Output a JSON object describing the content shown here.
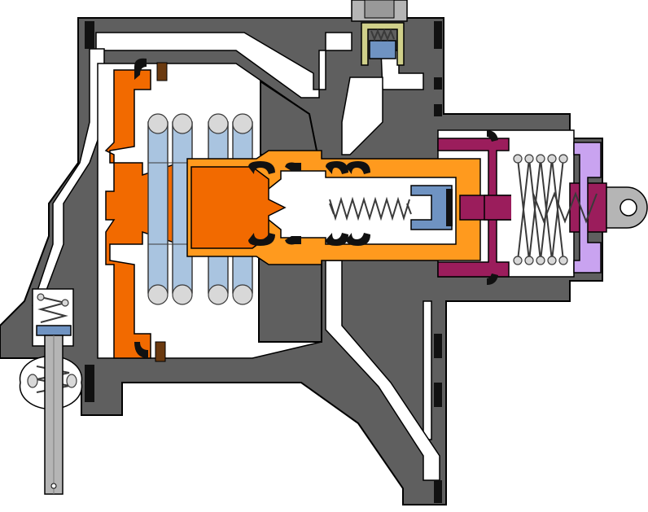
{
  "diagram": {
    "kind": "cutaway mechanical cross-section (servo / brake booster style)",
    "labels": [],
    "palette": {
      "housing": "#5f5f5f",
      "housing_dark": "#4a4a4a",
      "passage": "#ffffff",
      "outline": "#000000",
      "diaphragm_plate": "#f26a00",
      "diaphragm_edge": "#c85400",
      "piston": "#ff9a1e",
      "piston_light": "#ffb347",
      "spring_fill": "#a9c4e0",
      "spring_outline": "#3a3a3a",
      "spring_coil_light": "#d8d8d8",
      "valve_cup": "#6f93c2",
      "seal": "#111111",
      "seal_brown": "#6b3a10",
      "valve_body": "#9b1d5c",
      "valve_body_light": "#b83a7a",
      "end_cap": "#c9a3f0",
      "rod": "#b5b5b5",
      "rod_dark": "#7a7a7a",
      "small_valve_body": "#d0d08a",
      "small_valve_cup": "#6f93c2"
    },
    "components": [
      "outer-housing",
      "diaphragm-plate",
      "return-springs",
      "central-piston",
      "piston-seals",
      "inner-spring",
      "valve-cup",
      "push-rod",
      "control-valve-body",
      "control-valve-spring",
      "end-eye",
      "top-check-valve",
      "bottom-relief-valve",
      "lower-rod"
    ]
  }
}
